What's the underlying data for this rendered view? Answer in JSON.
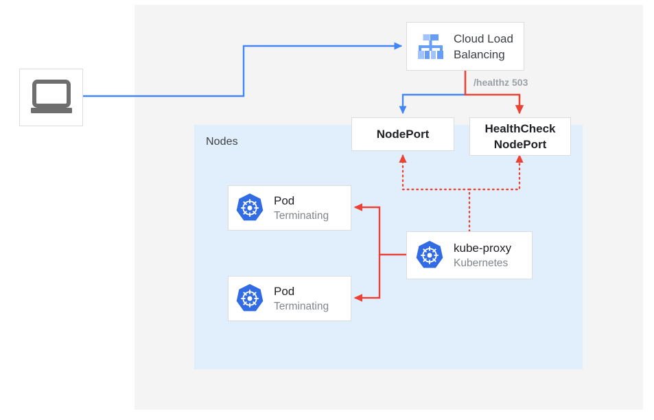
{
  "diagram": {
    "regions": {
      "outer_label": "",
      "nodes_label": "Nodes"
    },
    "nodes": {
      "client": {
        "icon": "laptop-icon",
        "label": ""
      },
      "cloud_load_balancing": {
        "icon": "cloud-load-balancing-icon",
        "title": "Cloud Load",
        "title2": "Balancing"
      },
      "nodeport": {
        "title": "NodePort"
      },
      "healthcheck_nodeport": {
        "title": "HealthCheck",
        "title2": "NodePort"
      },
      "pod_1": {
        "icon": "kubernetes-icon",
        "title": "Pod",
        "subtitle": "Terminating"
      },
      "pod_2": {
        "icon": "kubernetes-icon",
        "title": "Pod",
        "subtitle": "Terminating"
      },
      "kube_proxy": {
        "icon": "kubernetes-icon",
        "title": "kube-proxy",
        "subtitle": "Kubernetes"
      }
    },
    "edges": {
      "healthz_label": "/healthz 503"
    },
    "colors": {
      "blue_wire": "#4285f4",
      "red_wire": "#ea4335",
      "red_dotted": "#ea4335",
      "nodes_panel": "#e1effc",
      "outer_panel": "#f4f4f4",
      "card_border": "#dadce0",
      "k8s_blue": "#326ce5",
      "icon_blue_light": "#a1c2fa",
      "icon_blue": "#669df6",
      "laptop_gray": "#6e6e6e",
      "text_dark": "#202124",
      "text_gray": "#3c4043",
      "text_muted": "#80868b",
      "label_gray": "#9aa0a6"
    }
  }
}
